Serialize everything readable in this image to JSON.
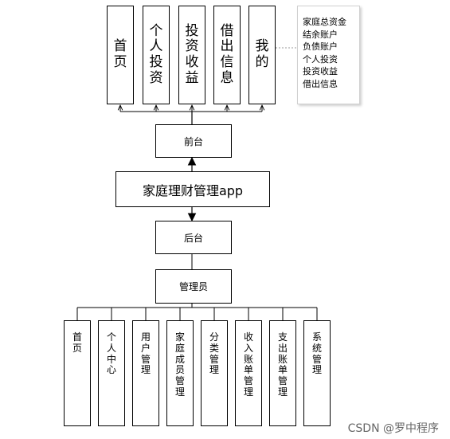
{
  "frontend_items": [
    "首页",
    "个人投资",
    "投资收益",
    "借出信息",
    "我的"
  ],
  "my_note_items": [
    "家庭总资金",
    "结余账户",
    "负债账户",
    "个人投资",
    "投资收益",
    "借出信息"
  ],
  "frontend_label": "前台",
  "app_label": "家庭理财管理app",
  "backend_label": "后台",
  "admin_label": "管理员",
  "backend_items": [
    "首页",
    "个人中心",
    "用户管理",
    "家庭成员管理",
    "分类管理",
    "收入账单管理",
    "支出账单管理",
    "系统管理"
  ],
  "watermark": "CSDN @罗中程序"
}
